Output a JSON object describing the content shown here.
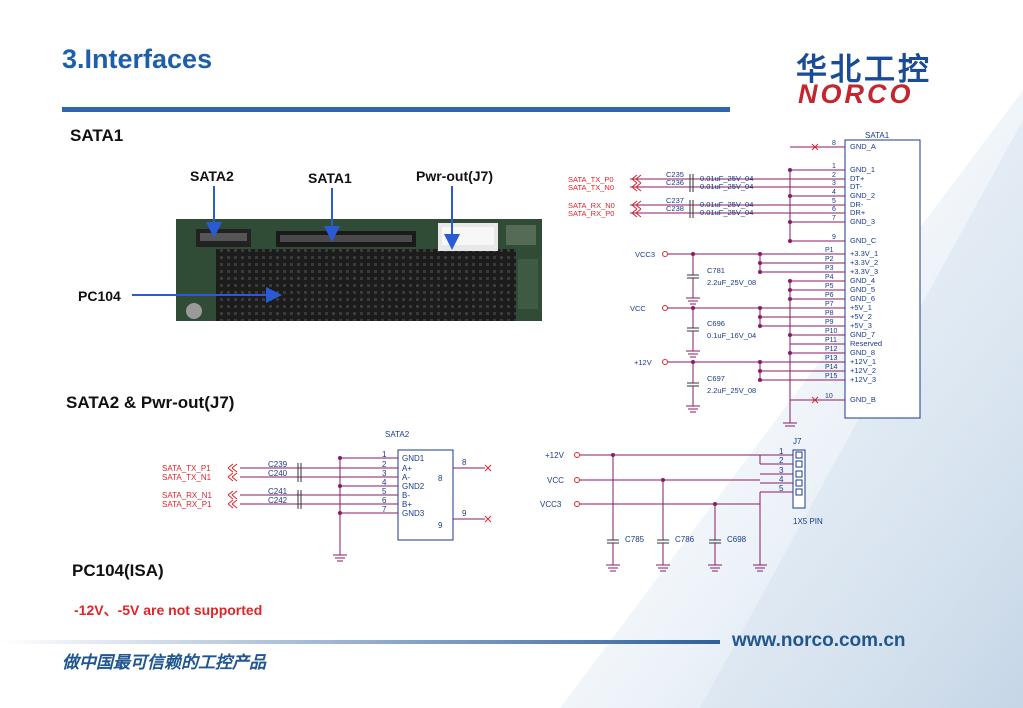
{
  "title": "3.Interfaces",
  "logo": {
    "chinese": "华北工控",
    "english": "NORCO"
  },
  "sections": {
    "sata1": "SATA1",
    "sata2_pwr": "SATA2 & Pwr-out(J7)",
    "pc104": "PC104(ISA)"
  },
  "note": "-12V、-5V are not supported",
  "photo_labels": {
    "sata2": "SATA2",
    "sata1": "SATA1",
    "pwr": "Pwr-out(J7)",
    "pc104": "PC104"
  },
  "footer": {
    "url": "www.norco.com.cn",
    "slogan": "做中国最可信赖的工控产品"
  },
  "colors": {
    "title": "#1f5fa8",
    "logo_red": "#c4262e",
    "wire": "#8a1a66",
    "net": "#e0242a",
    "schematic_text": "#1a3a8c"
  },
  "sata1_schematic": {
    "connector": "SATA1",
    "signal_pins": [
      {
        "pin": "8",
        "name": "GND_A"
      },
      {
        "pin": "1",
        "name": "GND_1"
      },
      {
        "pin": "2",
        "name": "DT+",
        "cap": "C235",
        "value": "0.01uF_25V_04",
        "net": "SATA_TX_P0"
      },
      {
        "pin": "3",
        "name": "DT-",
        "cap": "C236",
        "value": "0.01uF_25V_04",
        "net": "SATA_TX_N0"
      },
      {
        "pin": "4",
        "name": "GND_2"
      },
      {
        "pin": "5",
        "name": "DR-",
        "cap": "C237",
        "value": "0.01uF_25V_04",
        "net": "SATA_RX_N0"
      },
      {
        "pin": "6",
        "name": "DR+",
        "cap": "C238",
        "value": "0.01uF_25V_04",
        "net": "SATA_RX_P0"
      },
      {
        "pin": "7",
        "name": "GND_3"
      },
      {
        "pin": "9",
        "name": "GND_C"
      }
    ],
    "power_pins": [
      {
        "pin": "P1",
        "name": "+3.3V_1"
      },
      {
        "pin": "P2",
        "name": "+3.3V_2"
      },
      {
        "pin": "P3",
        "name": "+3.3V_3"
      },
      {
        "pin": "P4",
        "name": "GND_4"
      },
      {
        "pin": "P5",
        "name": "GND_5"
      },
      {
        "pin": "P6",
        "name": "GND_6"
      },
      {
        "pin": "P7",
        "name": "+5V_1"
      },
      {
        "pin": "P8",
        "name": "+5V_2"
      },
      {
        "pin": "P9",
        "name": "+5V_3"
      },
      {
        "pin": "P10",
        "name": "GND_7"
      },
      {
        "pin": "P11",
        "name": "Reserved"
      },
      {
        "pin": "P12",
        "name": "GND_8"
      },
      {
        "pin": "P13",
        "name": "+12V_1"
      },
      {
        "pin": "P14",
        "name": "+12V_2"
      },
      {
        "pin": "P15",
        "name": "+12V_3"
      },
      {
        "pin": "10",
        "name": "GND_B"
      }
    ],
    "rails": [
      {
        "name": "VCC3",
        "cap": "C781",
        "value": "2.2uF_25V_08"
      },
      {
        "name": "VCC",
        "cap": "C696",
        "value": "0.1uF_16V_04"
      },
      {
        "name": "+12V",
        "cap": "C697",
        "value": "2.2uF_25V_08"
      }
    ]
  },
  "sata2_schematic": {
    "connector": "SATA2",
    "pins": [
      {
        "pin": "1",
        "name": "GND1"
      },
      {
        "pin": "2",
        "name": "A+",
        "cap": "C239",
        "net": "SATA_TX_P1"
      },
      {
        "pin": "3",
        "name": "A-",
        "cap": "C240",
        "net": "SATA_TX_N1"
      },
      {
        "pin": "4",
        "name": "GND2"
      },
      {
        "pin": "5",
        "name": "B-",
        "cap": "C241",
        "net": "SATA_RX_N1"
      },
      {
        "pin": "6",
        "name": "B+",
        "cap": "C242",
        "net": "SATA_RX_P1"
      },
      {
        "pin": "7",
        "name": "GND3"
      }
    ],
    "extra_pins": [
      "8",
      "9"
    ]
  },
  "j7_schematic": {
    "connector": "J7",
    "type": "1X5 PIN",
    "pins": [
      "1",
      "2",
      "3",
      "4",
      "5"
    ],
    "rails": [
      "+12V",
      "VCC",
      "VCC3"
    ],
    "caps": [
      "C785",
      "C786",
      "C698"
    ]
  }
}
